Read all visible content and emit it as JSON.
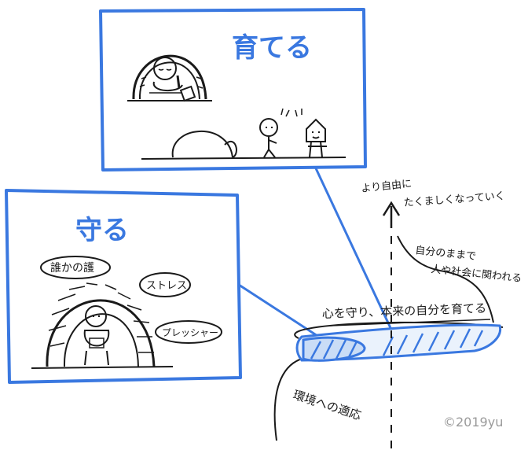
{
  "panel_top": {
    "title": "育てる"
  },
  "panel_left": {
    "title": "守る",
    "bubble_who": "誰かの護",
    "bubble_stress": "ストレス",
    "bubble_pressure": "プレッシャー"
  },
  "road": {
    "label": "心を守り、本来の自分を育てる",
    "bottom_label": "環境への適応",
    "side_label_line1": "自分のままで",
    "side_label_line2": "人や社会に関われる",
    "top_label_line1": "より自由に",
    "top_label_line2": "たくましくなっていく"
  },
  "copyright": "©2019yu",
  "colors": {
    "blue": "#3a78e0",
    "road_fill": "#7aaeea",
    "ink": "#1a1a1a",
    "brown": "#5a4a3a"
  }
}
